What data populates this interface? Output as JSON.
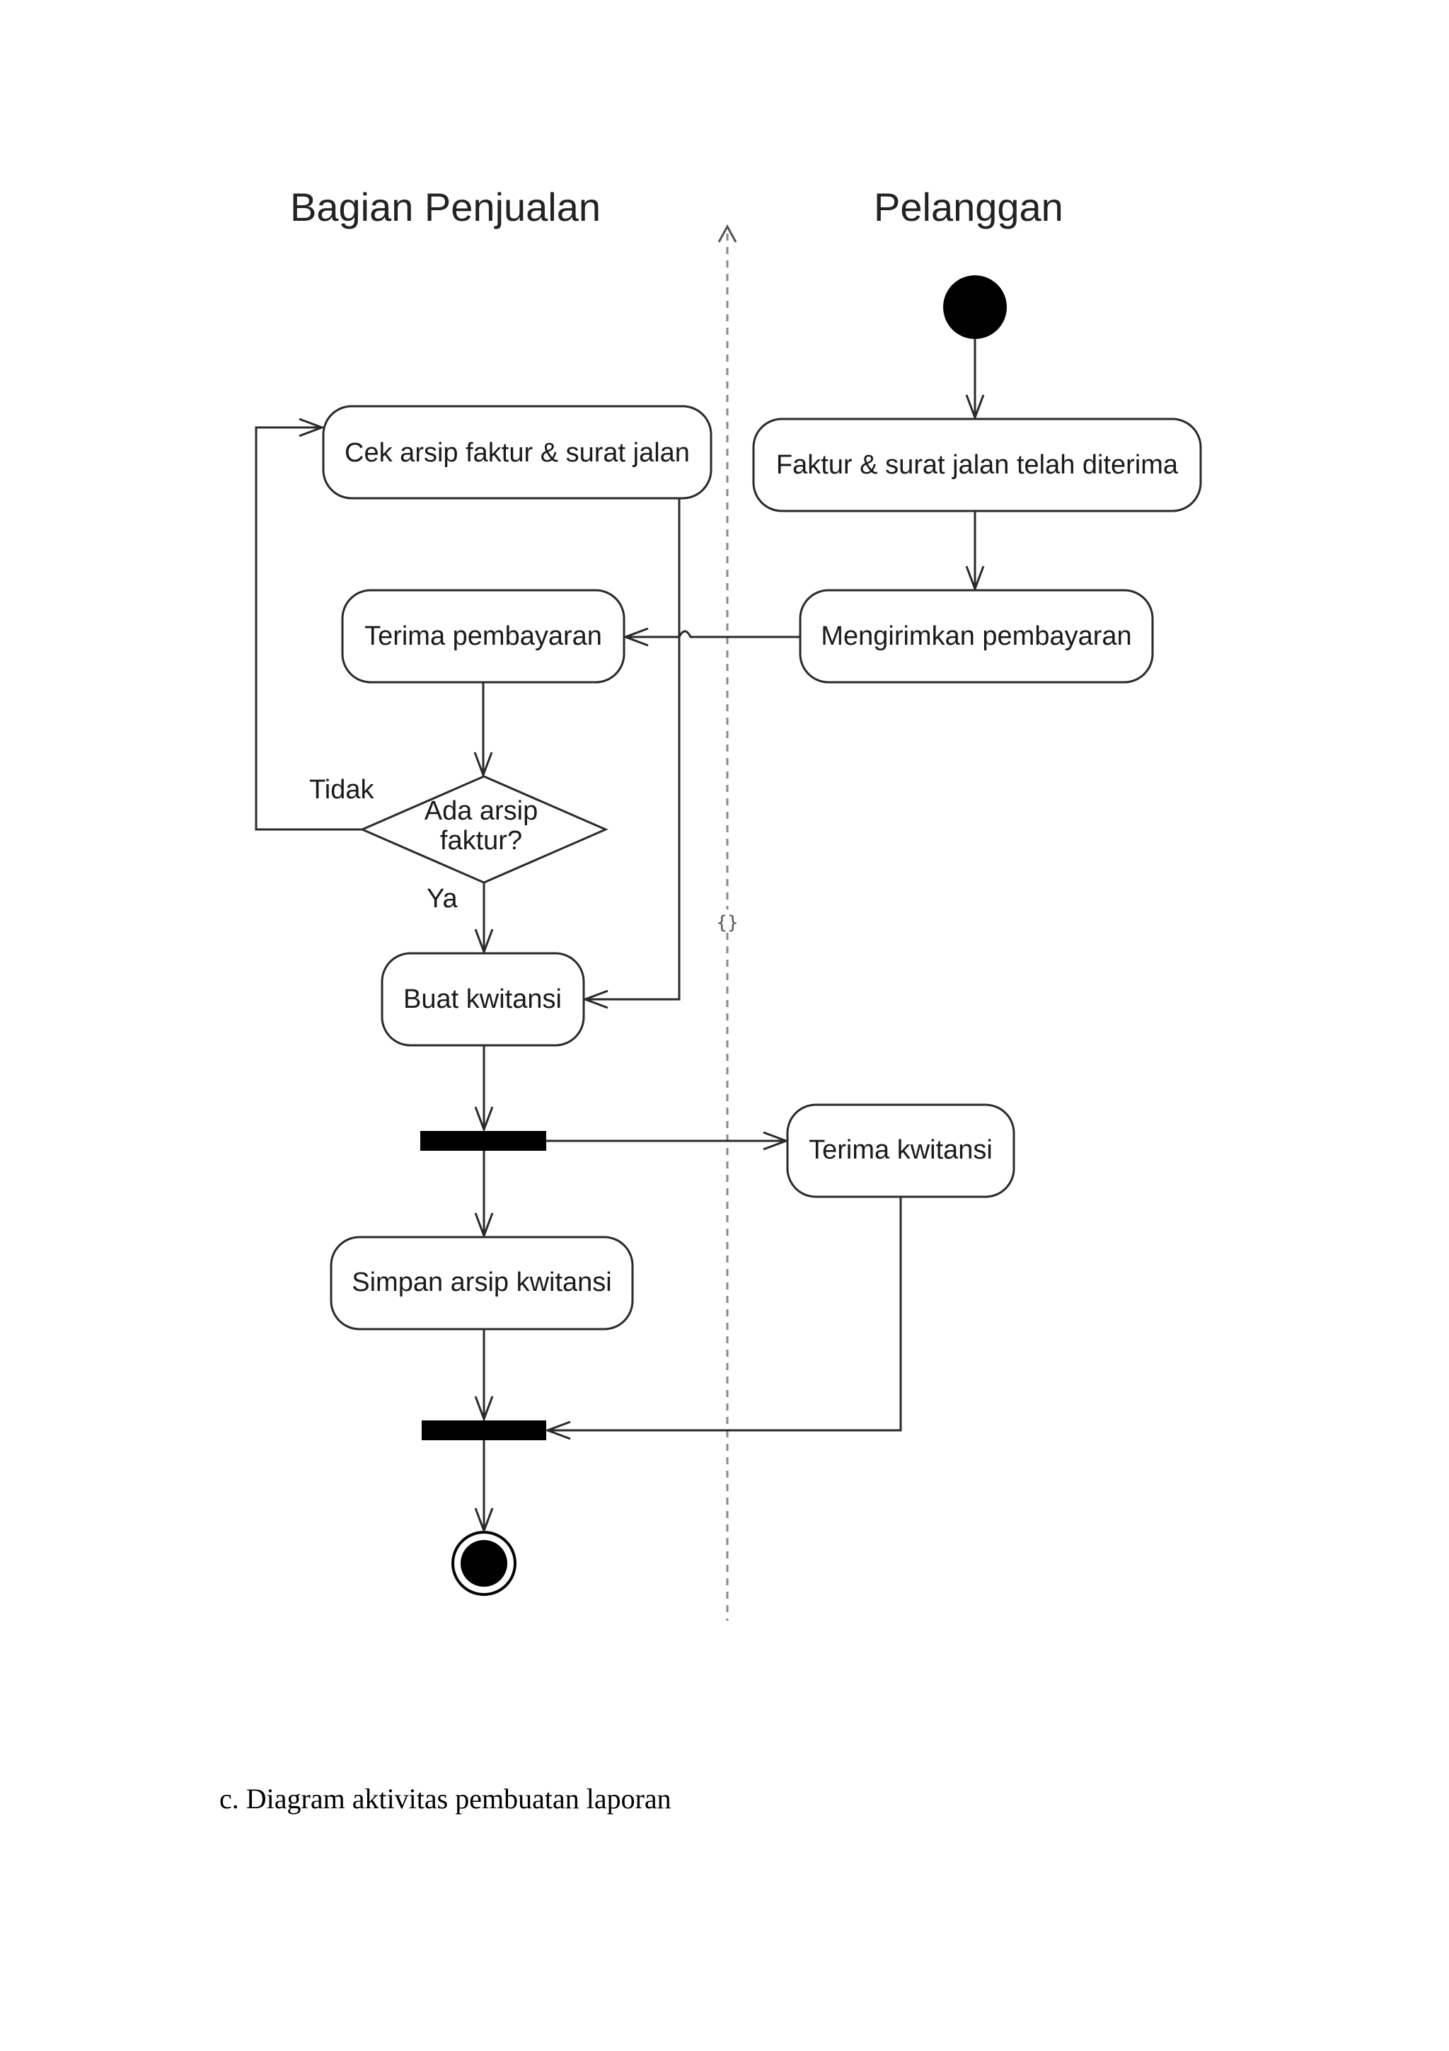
{
  "lanes": {
    "left_title": "Bagian Penjualan",
    "right_title": "Pelanggan",
    "divider_marker": "{}"
  },
  "activities": {
    "cek_arsip": "Cek arsip faktur & surat jalan",
    "faktur_diterima": "Faktur & surat jalan telah diterima",
    "terima_pembayaran": "Terima pembayaran",
    "mengirimkan_pembayaran": "Mengirimkan pembayaran",
    "buat_kwitansi": "Buat kwitansi",
    "terima_kwitansi": "Terima kwitansi",
    "simpan_arsip": "Simpan arsip kwitansi"
  },
  "decision": {
    "line1": "Ada arsip",
    "line2": "faktur?",
    "guard_no": "Tidak",
    "guard_yes": "Ya"
  },
  "caption": "c. Diagram aktivitas pembuatan laporan"
}
